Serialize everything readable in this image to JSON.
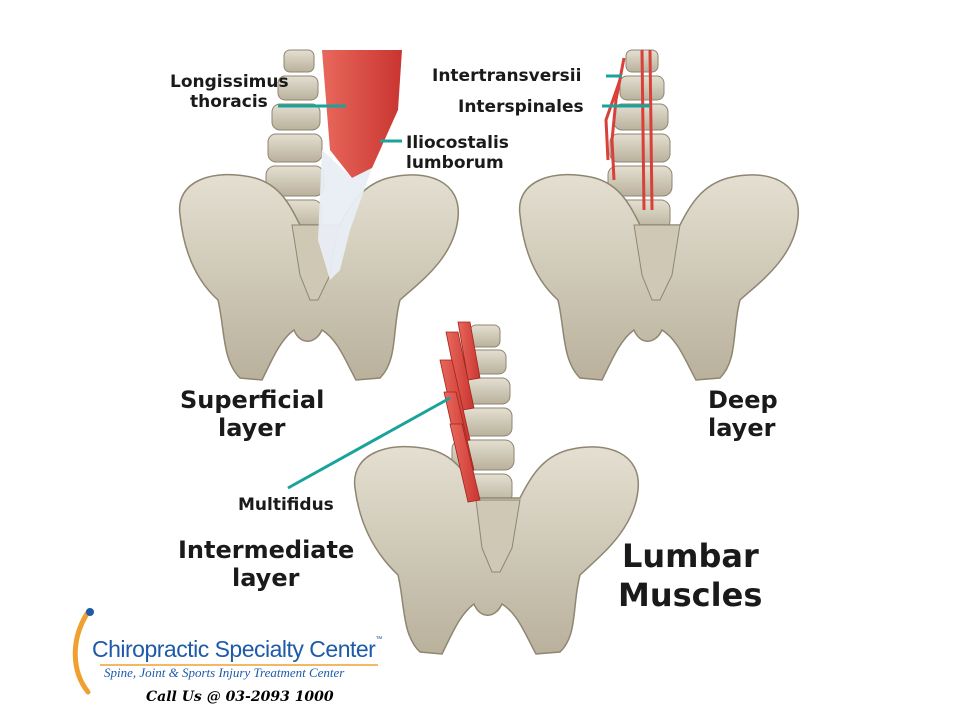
{
  "diagram": {
    "title_line1": "Lumbar",
    "title_line2": "Muscles",
    "panels": {
      "superficial": {
        "caption_line1": "Superficial",
        "caption_line2": "layer",
        "labels": [
          "Longissimus",
          "thoracis",
          "Iliocostalis",
          "lumborum"
        ]
      },
      "deep": {
        "caption_line1": "Deep",
        "caption_line2": "layer",
        "labels": [
          "Intertransversii",
          "Interspinales"
        ]
      },
      "intermediate": {
        "caption_line1": "Intermediate",
        "caption_line2": "layer",
        "labels": [
          "Multifidus"
        ]
      }
    },
    "colors": {
      "bone": "#d8d2c2",
      "bone_shade": "#a89f8a",
      "muscle": "#d9403a",
      "leader_line": "#1aa39a",
      "brand_blue": "#1d5aa8",
      "brand_orange": "#f0a030"
    }
  },
  "footer": {
    "brand_name": "Chiropractic Specialty Center",
    "trademark": "™",
    "tagline": "Spine, Joint & Sports Injury Treatment Center",
    "phone_text": "Call Us @ 03-2093 1000"
  }
}
